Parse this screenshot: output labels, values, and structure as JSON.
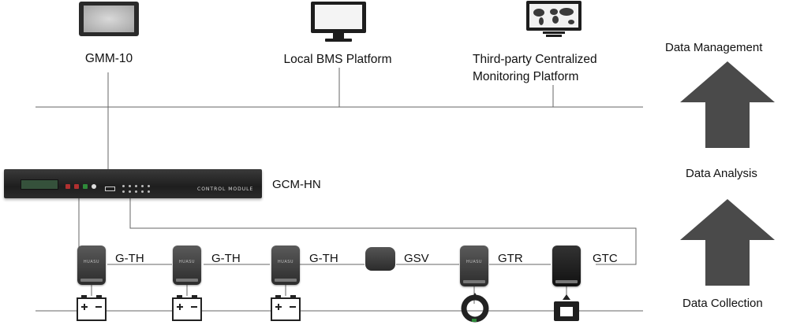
{
  "management": {
    "gmm": "GMM-10",
    "local": "Local BMS Platform",
    "third_line1": "Third-party Centralized",
    "third_line2": "Monitoring Platform"
  },
  "controller": {
    "name": "GCM-HN",
    "panel_text": "CONTROL MODULE"
  },
  "sensors": [
    {
      "name": "G-TH",
      "brand": "HUASU"
    },
    {
      "name": "G-TH",
      "brand": "HUASU"
    },
    {
      "name": "G-TH",
      "brand": "HUASU"
    },
    {
      "name": "GSV",
      "brand": ""
    },
    {
      "name": "GTR",
      "brand": "HUASU"
    },
    {
      "name": "GTC",
      "brand": ""
    }
  ],
  "layers": {
    "management": "Data Management",
    "analysis": "Data Analysis",
    "collection": "Data Collection"
  },
  "colors": {
    "arrow": "#4a4a4a",
    "wire": "#666666",
    "device": "#2c2c2c"
  },
  "icons": [
    "touch-panel-icon",
    "monitor-icon",
    "world-map-monitor-icon",
    "battery-icon",
    "current-transformer-icon",
    "clamp-sensor-icon"
  ]
}
